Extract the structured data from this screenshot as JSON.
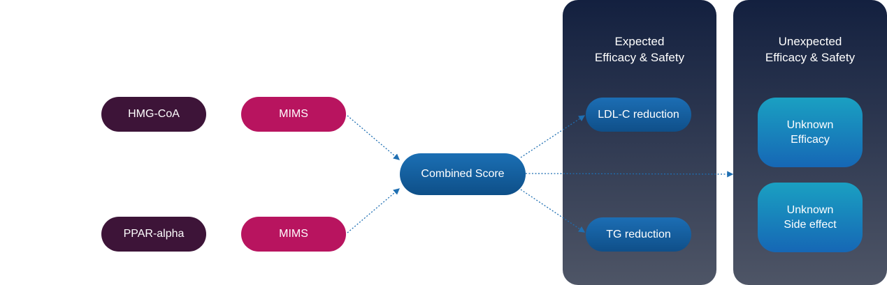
{
  "nodes": {
    "target_1": "HMG-CoA",
    "target_2": "PPAR-alpha",
    "mims_1": "MIMS",
    "mims_2": "MIMS",
    "combined": "Combined Score"
  },
  "expected_panel": {
    "title": "Expected\nEfficacy & Safety",
    "items": [
      "LDL-C reduction",
      "TG reduction"
    ]
  },
  "unexpected_panel": {
    "title": "Unexpected\nEfficacy & Safety",
    "items": [
      "Unknown\nEfficacy",
      "Unknown\nSide effect"
    ]
  },
  "colors": {
    "target": "#3d1438",
    "mims": "#b8145f",
    "combined": "#14609f",
    "arrow": "#1f6fb2",
    "panel_top": "#13203f",
    "panel_bottom": "#4e5566"
  }
}
